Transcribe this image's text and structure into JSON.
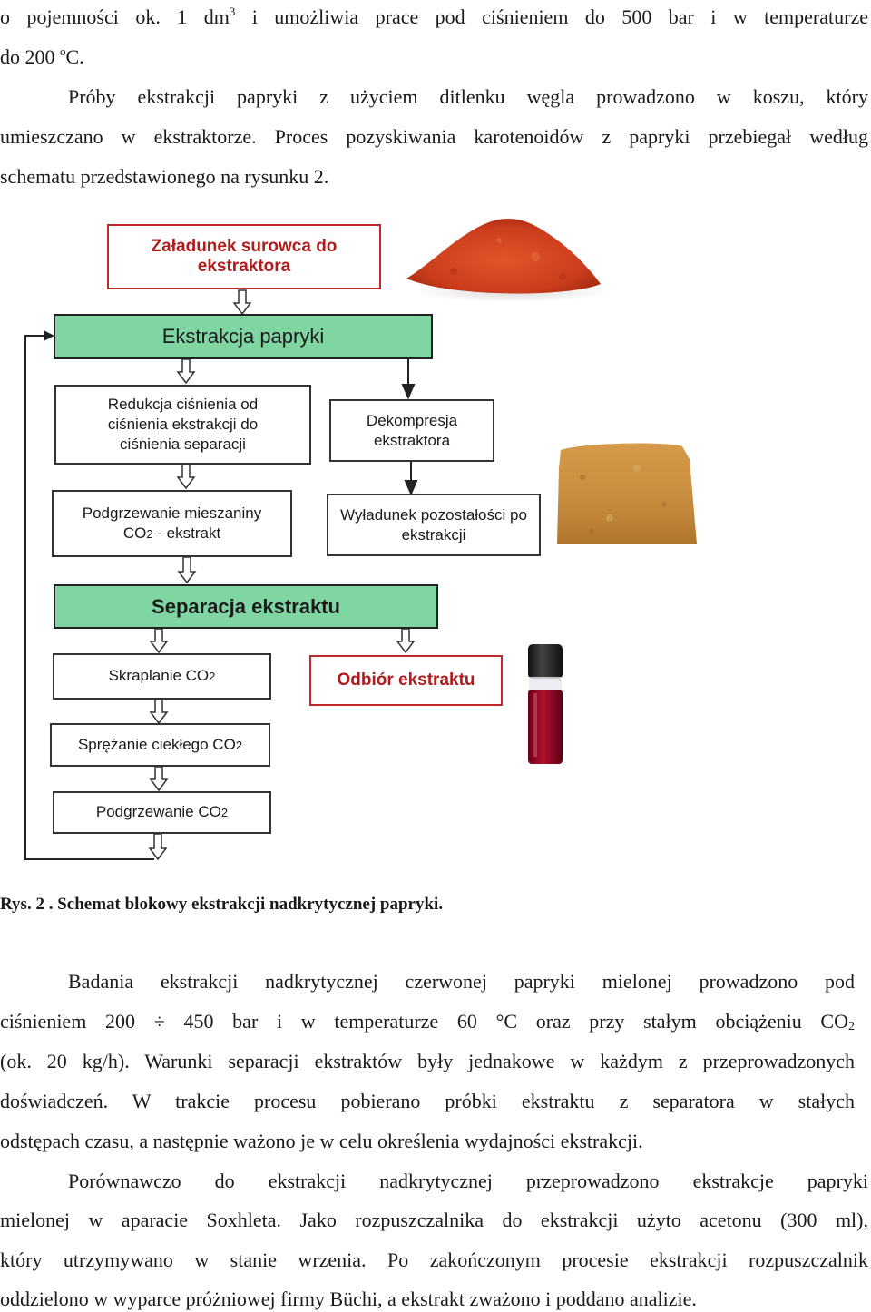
{
  "intro": {
    "line1_a": "o pojemności ok. 1 dm",
    "line1_sup": "3",
    "line1_b": " i umożliwia prace pod ciśnieniem do 500 bar i w temperaturze",
    "line2_a": "do 200 ",
    "line2_sup": "o",
    "line2_b": "C.",
    "line3": "Próby ekstrakcji papryki z użyciem ditlenku węgla prowadzono w koszu, który",
    "line4": "umieszczano w ekstraktorze. Proces pozyskiwania karotenoidów z papryki przebiegał według",
    "line5": "schematu przedstawionego na rysunku 2."
  },
  "diagram": {
    "loading": "Załadunek surowca do ekstraktora",
    "extraction": "Ekstrakcja papryki",
    "pressure_reduction": "Redukcja ciśnienia od ciśnienia ekstrakcji do ciśnienia separacji",
    "decompression": "Dekompresja ekstraktora",
    "heating_mix_a": "Podgrzewanie mieszaniny",
    "heating_mix_b": "CO",
    "heating_mix_sub": "2",
    "heating_mix_c": " - ekstrakt",
    "unloading": "Wyładunek pozostałości po ekstrakcji",
    "separation": "Separacja ekstraktu",
    "liquefaction_a": "Skraplanie CO",
    "liquefaction_sub": "2",
    "collection": "Odbiór ekstraktu",
    "compression_a": "Sprężanie ciekłego CO",
    "compression_sub": "2",
    "heating_co2_a": "Podgrzewanie CO",
    "heating_co2_sub": "2"
  },
  "images": {
    "paprika_powder": "paprika-powder-pile",
    "residue": "extraction-residue-block",
    "vial": "extract-vial"
  },
  "caption": "Rys. 2 . Schemat blokowy ekstrakcji nadkrytycznej papryki.",
  "body": {
    "p1_l1": "Badania ekstrakcji nadkrytycznej czerwonej papryki mielonej prowadzono pod",
    "p1_l2_a": "ciśnieniem 200 ÷ 450 bar i w temperaturze 60 °C oraz przy stałym obciążeniu CO",
    "p1_l2_sub": "2",
    "p1_l3": "(ok. 20 kg/h). Warunki separacji ekstraktów były jednakowe w każdym z przeprowadzonych",
    "p1_l4": "doświadczeń. W trakcie procesu pobierano próbki ekstraktu z separatora w stałych",
    "p1_l5": "odstępach czasu, a następnie ważono je w celu określenia wydajności ekstrakcji.",
    "p2_l1": "Porównawczo do ekstrakcji nadkrytycznej przeprowadzono ekstrakcje papryki",
    "p2_l2": "mielonej w aparacie Soxhleta. Jako rozpuszczalnika do ekstrakcji użyto acetonu (300 ml),",
    "p2_l3": "który utrzymywano w stanie wrzenia. Po zakończonym procesie ekstrakcji rozpuszczalnik",
    "p2_l4": "oddzielono w wyparce próżniowej firmy Büchi, a ekstrakt zważono i poddano analizie."
  },
  "colors": {
    "green_box": "#7fd6a3",
    "red_border": "#c0282b",
    "red_text": "#b01c1c"
  }
}
